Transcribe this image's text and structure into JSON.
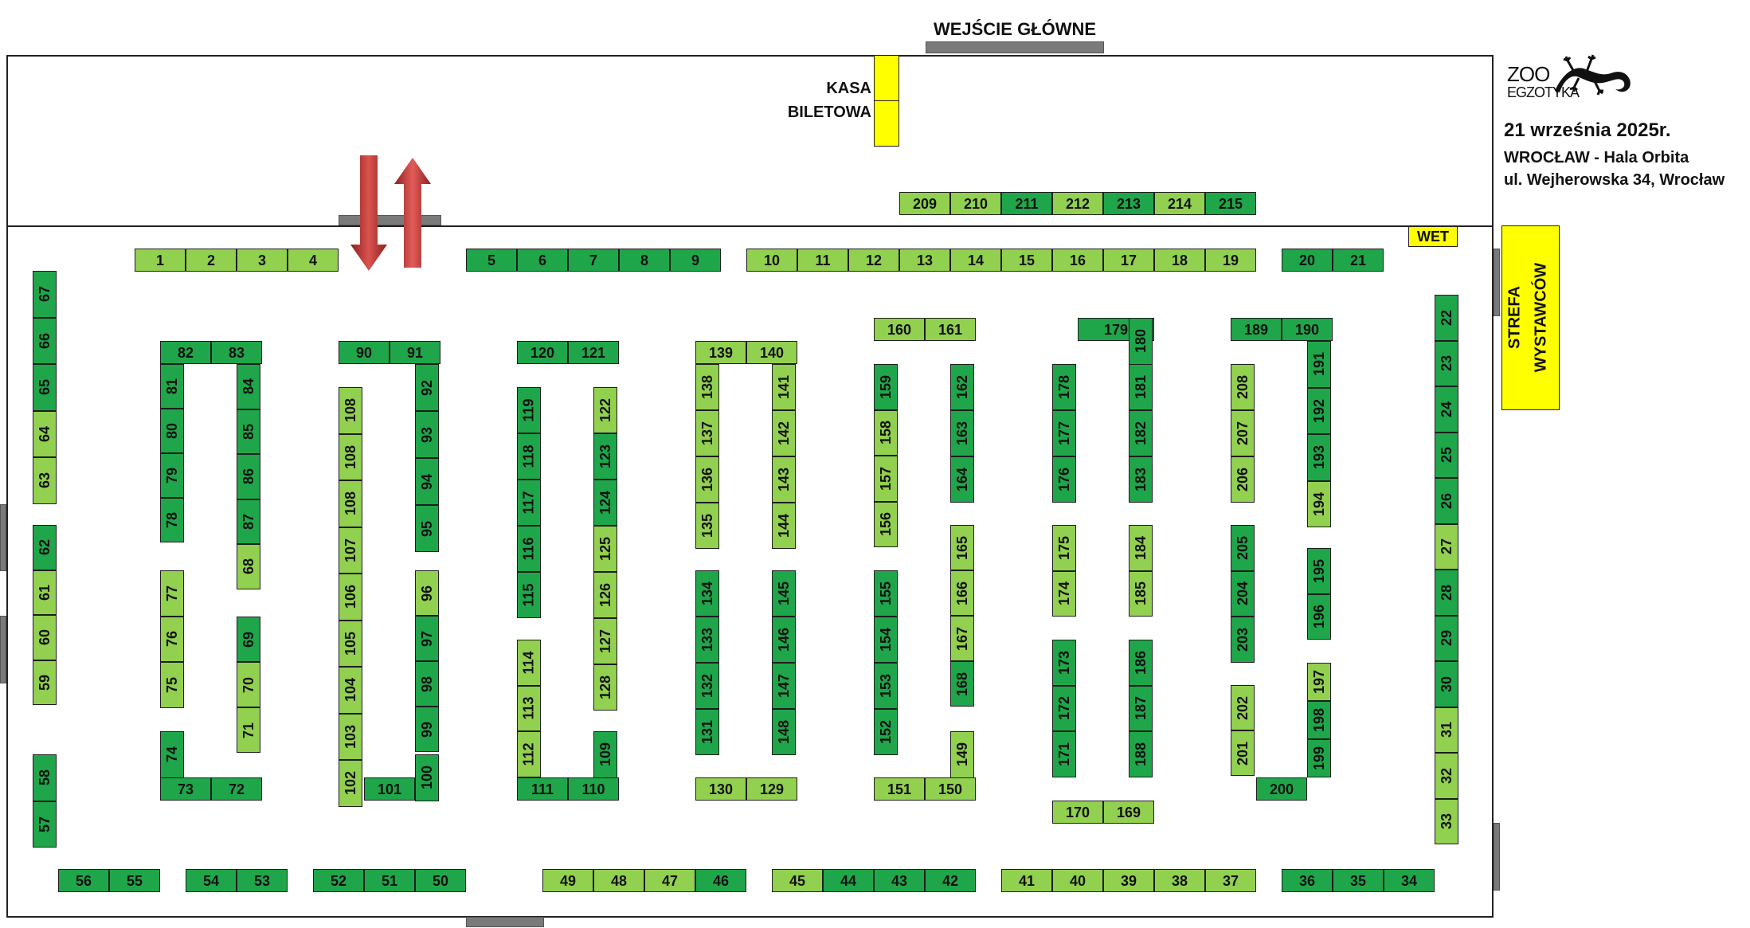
{
  "header": {
    "main_entrance": "WEJŚCIE GŁÓWNE",
    "ticket_office_line1": "KASA",
    "ticket_office_line2": "BILETOWA",
    "vet": "WET",
    "exhibitor_zone_line1": "STREFA",
    "exhibitor_zone_line2": "WYSTAWCÓW"
  },
  "event": {
    "logo_word1": "ZOO",
    "logo_word2": "EGZOTYKA",
    "date": "21 września 2025r.",
    "venue": "WROCŁAW - Hala Orbita",
    "address": "ul. Wejherowska 34, Wrocław"
  },
  "colors": {
    "dark_green": "#1fa64a",
    "light_green": "#92d050",
    "yellow": "#ffff00",
    "door_gray": "#7a7a7a",
    "arrow_red": "#c0392b"
  },
  "booths": [
    {
      "n": "209",
      "c": "l"
    },
    {
      "n": "210",
      "c": "l"
    },
    {
      "n": "211",
      "c": "d"
    },
    {
      "n": "212",
      "c": "l"
    },
    {
      "n": "213",
      "c": "d"
    },
    {
      "n": "214",
      "c": "l"
    },
    {
      "n": "215",
      "c": "d"
    },
    {
      "n": "1",
      "c": "l"
    },
    {
      "n": "2",
      "c": "l"
    },
    {
      "n": "3",
      "c": "l"
    },
    {
      "n": "4",
      "c": "l"
    },
    {
      "n": "5",
      "c": "d"
    },
    {
      "n": "6",
      "c": "d"
    },
    {
      "n": "7",
      "c": "d"
    },
    {
      "n": "8",
      "c": "d"
    },
    {
      "n": "9",
      "c": "d"
    },
    {
      "n": "10",
      "c": "l"
    },
    {
      "n": "11",
      "c": "l"
    },
    {
      "n": "12",
      "c": "l"
    },
    {
      "n": "13",
      "c": "l"
    },
    {
      "n": "14",
      "c": "l"
    },
    {
      "n": "15",
      "c": "l"
    },
    {
      "n": "16",
      "c": "l"
    },
    {
      "n": "17",
      "c": "l"
    },
    {
      "n": "18",
      "c": "l"
    },
    {
      "n": "19",
      "c": "l"
    },
    {
      "n": "20",
      "c": "d"
    },
    {
      "n": "21",
      "c": "d"
    },
    {
      "n": "67",
      "c": "d"
    },
    {
      "n": "66",
      "c": "d"
    },
    {
      "n": "65",
      "c": "d"
    },
    {
      "n": "64",
      "c": "l"
    },
    {
      "n": "63",
      "c": "l"
    },
    {
      "n": "62",
      "c": "d"
    },
    {
      "n": "61",
      "c": "l"
    },
    {
      "n": "60",
      "c": "l"
    },
    {
      "n": "59",
      "c": "l"
    },
    {
      "n": "58",
      "c": "d"
    },
    {
      "n": "57",
      "c": "d"
    },
    {
      "n": "82",
      "c": "d"
    },
    {
      "n": "83",
      "c": "d"
    },
    {
      "n": "81",
      "c": "d"
    },
    {
      "n": "80",
      "c": "d"
    },
    {
      "n": "79",
      "c": "d"
    },
    {
      "n": "78",
      "c": "d"
    },
    {
      "n": "84",
      "c": "d"
    },
    {
      "n": "85",
      "c": "d"
    },
    {
      "n": "86",
      "c": "d"
    },
    {
      "n": "87",
      "c": "d"
    },
    {
      "n": "68",
      "c": "l"
    },
    {
      "n": "77",
      "c": "l"
    },
    {
      "n": "76",
      "c": "l"
    },
    {
      "n": "75",
      "c": "l"
    },
    {
      "n": "69",
      "c": "d"
    },
    {
      "n": "70",
      "c": "l"
    },
    {
      "n": "71",
      "c": "l"
    },
    {
      "n": "74",
      "c": "d"
    },
    {
      "n": "73",
      "c": "d"
    },
    {
      "n": "72",
      "c": "d"
    },
    {
      "n": "90",
      "c": "d"
    },
    {
      "n": "91",
      "c": "d"
    },
    {
      "n": "108",
      "c": "l"
    },
    {
      "n": "108",
      "c": "l"
    },
    {
      "n": "108",
      "c": "l"
    },
    {
      "n": "107",
      "c": "l"
    },
    {
      "n": "106",
      "c": "l"
    },
    {
      "n": "105",
      "c": "l"
    },
    {
      "n": "104",
      "c": "l"
    },
    {
      "n": "103",
      "c": "l"
    },
    {
      "n": "102",
      "c": "l"
    },
    {
      "n": "92",
      "c": "d"
    },
    {
      "n": "93",
      "c": "d"
    },
    {
      "n": "94",
      "c": "d"
    },
    {
      "n": "95",
      "c": "d"
    },
    {
      "n": "96",
      "c": "l"
    },
    {
      "n": "97",
      "c": "d"
    },
    {
      "n": "98",
      "c": "d"
    },
    {
      "n": "99",
      "c": "d"
    },
    {
      "n": "100",
      "c": "d"
    },
    {
      "n": "101",
      "c": "d"
    },
    {
      "n": "120",
      "c": "d"
    },
    {
      "n": "121",
      "c": "d"
    },
    {
      "n": "119",
      "c": "d"
    },
    {
      "n": "118",
      "c": "d"
    },
    {
      "n": "117",
      "c": "d"
    },
    {
      "n": "116",
      "c": "d"
    },
    {
      "n": "115",
      "c": "d"
    },
    {
      "n": "122",
      "c": "l"
    },
    {
      "n": "123",
      "c": "d"
    },
    {
      "n": "124",
      "c": "d"
    },
    {
      "n": "125",
      "c": "l"
    },
    {
      "n": "126",
      "c": "l"
    },
    {
      "n": "127",
      "c": "l"
    },
    {
      "n": "128",
      "c": "l"
    },
    {
      "n": "114",
      "c": "l"
    },
    {
      "n": "113",
      "c": "l"
    },
    {
      "n": "112",
      "c": "l"
    },
    {
      "n": "109",
      "c": "d"
    },
    {
      "n": "111",
      "c": "d"
    },
    {
      "n": "110",
      "c": "d"
    },
    {
      "n": "139",
      "c": "l"
    },
    {
      "n": "140",
      "c": "l"
    },
    {
      "n": "138",
      "c": "l"
    },
    {
      "n": "137",
      "c": "l"
    },
    {
      "n": "136",
      "c": "l"
    },
    {
      "n": "135",
      "c": "l"
    },
    {
      "n": "141",
      "c": "l"
    },
    {
      "n": "142",
      "c": "l"
    },
    {
      "n": "143",
      "c": "l"
    },
    {
      "n": "144",
      "c": "l"
    },
    {
      "n": "134",
      "c": "d"
    },
    {
      "n": "133",
      "c": "d"
    },
    {
      "n": "132",
      "c": "d"
    },
    {
      "n": "131",
      "c": "d"
    },
    {
      "n": "145",
      "c": "d"
    },
    {
      "n": "146",
      "c": "d"
    },
    {
      "n": "147",
      "c": "d"
    },
    {
      "n": "148",
      "c": "d"
    },
    {
      "n": "130",
      "c": "l"
    },
    {
      "n": "129",
      "c": "l"
    },
    {
      "n": "160",
      "c": "l"
    },
    {
      "n": "161",
      "c": "l"
    },
    {
      "n": "159",
      "c": "d"
    },
    {
      "n": "158",
      "c": "l"
    },
    {
      "n": "157",
      "c": "l"
    },
    {
      "n": "156",
      "c": "l"
    },
    {
      "n": "162",
      "c": "d"
    },
    {
      "n": "163",
      "c": "d"
    },
    {
      "n": "164",
      "c": "d"
    },
    {
      "n": "155",
      "c": "d"
    },
    {
      "n": "154",
      "c": "d"
    },
    {
      "n": "153",
      "c": "d"
    },
    {
      "n": "152",
      "c": "d"
    },
    {
      "n": "165",
      "c": "l"
    },
    {
      "n": "166",
      "c": "l"
    },
    {
      "n": "167",
      "c": "l"
    },
    {
      "n": "168",
      "c": "d"
    },
    {
      "n": "149",
      "c": "l"
    },
    {
      "n": "151",
      "c": "l"
    },
    {
      "n": "150",
      "c": "l"
    },
    {
      "n": "179",
      "c": "d"
    },
    {
      "n": "180",
      "c": "d"
    },
    {
      "n": "178",
      "c": "d"
    },
    {
      "n": "177",
      "c": "d"
    },
    {
      "n": "176",
      "c": "d"
    },
    {
      "n": "181",
      "c": "d"
    },
    {
      "n": "182",
      "c": "d"
    },
    {
      "n": "183",
      "c": "d"
    },
    {
      "n": "175",
      "c": "l"
    },
    {
      "n": "174",
      "c": "l"
    },
    {
      "n": "184",
      "c": "l"
    },
    {
      "n": "185",
      "c": "l"
    },
    {
      "n": "173",
      "c": "d"
    },
    {
      "n": "172",
      "c": "d"
    },
    {
      "n": "171",
      "c": "d"
    },
    {
      "n": "186",
      "c": "d"
    },
    {
      "n": "187",
      "c": "d"
    },
    {
      "n": "188",
      "c": "d"
    },
    {
      "n": "170",
      "c": "l"
    },
    {
      "n": "169",
      "c": "l"
    },
    {
      "n": "189",
      "c": "d"
    },
    {
      "n": "190",
      "c": "d"
    },
    {
      "n": "208",
      "c": "l"
    },
    {
      "n": "207",
      "c": "l"
    },
    {
      "n": "206",
      "c": "l"
    },
    {
      "n": "191",
      "c": "d"
    },
    {
      "n": "192",
      "c": "d"
    },
    {
      "n": "193",
      "c": "d"
    },
    {
      "n": "194",
      "c": "l"
    },
    {
      "n": "205",
      "c": "d"
    },
    {
      "n": "204",
      "c": "d"
    },
    {
      "n": "203",
      "c": "d"
    },
    {
      "n": "195",
      "c": "d"
    },
    {
      "n": "196",
      "c": "d"
    },
    {
      "n": "202",
      "c": "l"
    },
    {
      "n": "201",
      "c": "l"
    },
    {
      "n": "197",
      "c": "l"
    },
    {
      "n": "198",
      "c": "d"
    },
    {
      "n": "199",
      "c": "d"
    },
    {
      "n": "200",
      "c": "d"
    },
    {
      "n": "22",
      "c": "d"
    },
    {
      "n": "23",
      "c": "d"
    },
    {
      "n": "24",
      "c": "d"
    },
    {
      "n": "25",
      "c": "d"
    },
    {
      "n": "26",
      "c": "d"
    },
    {
      "n": "27",
      "c": "l"
    },
    {
      "n": "28",
      "c": "d"
    },
    {
      "n": "29",
      "c": "d"
    },
    {
      "n": "30",
      "c": "d"
    },
    {
      "n": "31",
      "c": "l"
    },
    {
      "n": "32",
      "c": "l"
    },
    {
      "n": "33",
      "c": "l"
    },
    {
      "n": "56",
      "c": "d"
    },
    {
      "n": "55",
      "c": "d"
    },
    {
      "n": "54",
      "c": "d"
    },
    {
      "n": "53",
      "c": "d"
    },
    {
      "n": "52",
      "c": "d"
    },
    {
      "n": "51",
      "c": "d"
    },
    {
      "n": "50",
      "c": "d"
    },
    {
      "n": "49",
      "c": "l"
    },
    {
      "n": "48",
      "c": "l"
    },
    {
      "n": "47",
      "c": "l"
    },
    {
      "n": "46",
      "c": "d"
    },
    {
      "n": "45",
      "c": "l"
    },
    {
      "n": "44",
      "c": "d"
    },
    {
      "n": "43",
      "c": "d"
    },
    {
      "n": "42",
      "c": "d"
    },
    {
      "n": "41",
      "c": "l"
    },
    {
      "n": "40",
      "c": "l"
    },
    {
      "n": "39",
      "c": "l"
    },
    {
      "n": "38",
      "c": "l"
    },
    {
      "n": "37",
      "c": "l"
    },
    {
      "n": "36",
      "c": "d"
    },
    {
      "n": "35",
      "c": "d"
    },
    {
      "n": "34",
      "c": "d"
    }
  ]
}
